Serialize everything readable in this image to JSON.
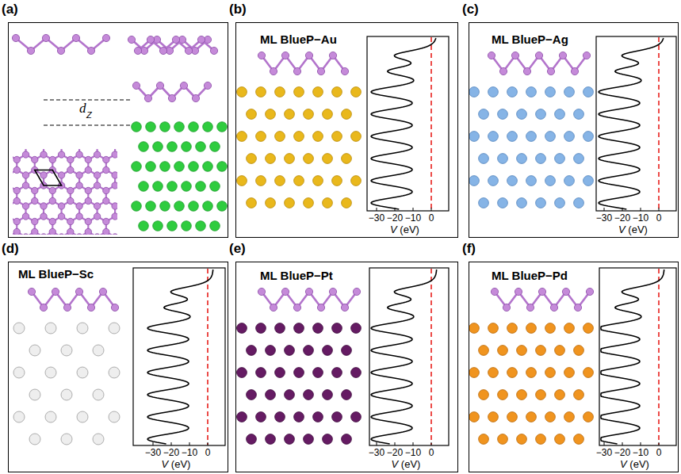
{
  "diagram": {
    "nodes": [
      {
        "text": [
          "(a)"
        ]
      },
      {
        "text": [
          "(b)",
          "ML BlueP−Au"
        ]
      },
      {
        "text": [
          "(c)",
          "ML BlueP−Ag"
        ]
      },
      {
        "text": [
          "(d)",
          "ML BlueP−Sc"
        ]
      },
      {
        "text": [
          "(e)",
          "ML BlueP−Pt"
        ]
      },
      {
        "text": [
          "(f)",
          "ML BlueP−Pd"
        ]
      }
    ],
    "labels": [
      "d",
      "Z",
      "−30",
      "−20",
      "−10",
      "0",
      "V (eV)",
      "−30",
      "−20",
      "−10",
      "0",
      "V (eV)",
      "−30",
      "−20",
      "−10",
      "0",
      "V (eV)",
      "−30",
      "−20",
      "−10",
      "0",
      "V (eV)",
      "−30",
      "−20",
      "−10",
      "0",
      "V (eV)"
    ]
  }
}
